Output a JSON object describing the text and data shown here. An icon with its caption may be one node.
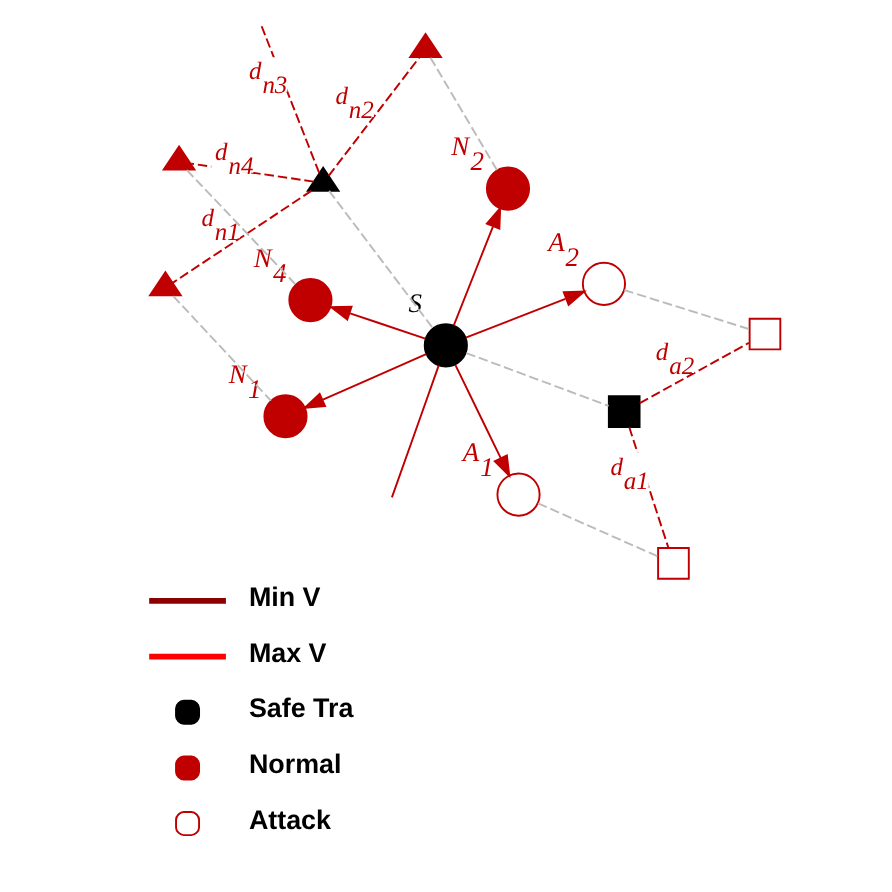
{
  "diagram": {
    "nodes": [
      {
        "text": [],
        "shape": "triangle"
      },
      {
        "text": [],
        "shape": "triangle"
      },
      {
        "text": [],
        "shape": "triangle"
      },
      {
        "text": [],
        "shape": "triangle"
      },
      {
        "text": [
          "S"
        ]
      },
      {
        "text": [
          "N$_{2}$"
        ]
      },
      {
        "text": [
          "N$_{1}$"
        ]
      },
      {
        "text": [
          "N$_{4}$"
        ]
      },
      {
        "text": [
          "A$_{1}$"
        ]
      },
      {
        "text": [
          "A$_{2}$"
        ]
      },
      {
        "text": [],
        "shape": "box"
      },
      {
        "text": [],
        "shape": "box"
      },
      {
        "text": [],
        "shape": "box"
      }
    ],
    "edges": [
      {
        "from": 1,
        "to": 0,
        "arrow": "none",
        "label": "d$_{n2}$",
        "style": "dashed"
      },
      {
        "from": 1,
        "to": 3,
        "arrow": "none",
        "label": "d$_{n1}$",
        "style": "dashed"
      },
      {
        "from": 1,
        "to": null,
        "arrow": "none",
        "label": "d$_{n3}$",
        "style": "dashed"
      },
      {
        "from": 1,
        "to": 2,
        "arrow": "none",
        "label": "d$_{n4}$",
        "style": "dashed"
      },
      {
        "from": 4,
        "to": 5,
        "arrow": "to"
      },
      {
        "from": 4,
        "to": 6,
        "arrow": "to"
      },
      {
        "from": 4,
        "to": 7,
        "arrow": "to"
      },
      {
        "from": 4,
        "to": null,
        "arrow": "none"
      },
      {
        "from": 4,
        "to": 8,
        "arrow": "to"
      },
      {
        "from": 4,
        "to": 9,
        "arrow": "to"
      },
      {
        "from": 11,
        "to": 10,
        "arrow": "none",
        "label": "d$_{a1}$",
        "style": "dashed"
      },
      {
        "from": 11,
        "to": 12,
        "arrow": "none",
        "label": "d$_{a2}$",
        "style": "dashed"
      },
      {
        "from": 0,
        "to": 5,
        "arrow": "none",
        "style": "dashed",
        "color": "#bbbbbb"
      },
      {
        "from": 1,
        "to": 4,
        "arrow": "none",
        "style": "dashed",
        "color": "#bbbbbb"
      },
      {
        "from": 2,
        "to": 7,
        "arrow": "none",
        "style": "dashed",
        "color": "#bbbbbb"
      },
      {
        "from": 3,
        "to": 6,
        "arrow": "none",
        "style": "dashed",
        "color": "#bbbbbb"
      },
      {
        "from": 8,
        "to": 10,
        "arrow": "none",
        "style": "dashed",
        "color": "#bbbbbb"
      },
      {
        "from": 4,
        "to": 11,
        "arrow": "none",
        "style": "dashed",
        "color": "#bbbbbb"
      },
      {
        "from": 9,
        "to": 12,
        "arrow": "none",
        "style": "dashed",
        "color": "#bbbbbb"
      }
    ],
    "legend": [
      {
        "text": "Min V"
      },
      {
        "text": "Max V"
      },
      {
        "text": "Safe Tra"
      },
      {
        "text": "Normal"
      },
      {
        "text": "Attack"
      }
    ]
  }
}
